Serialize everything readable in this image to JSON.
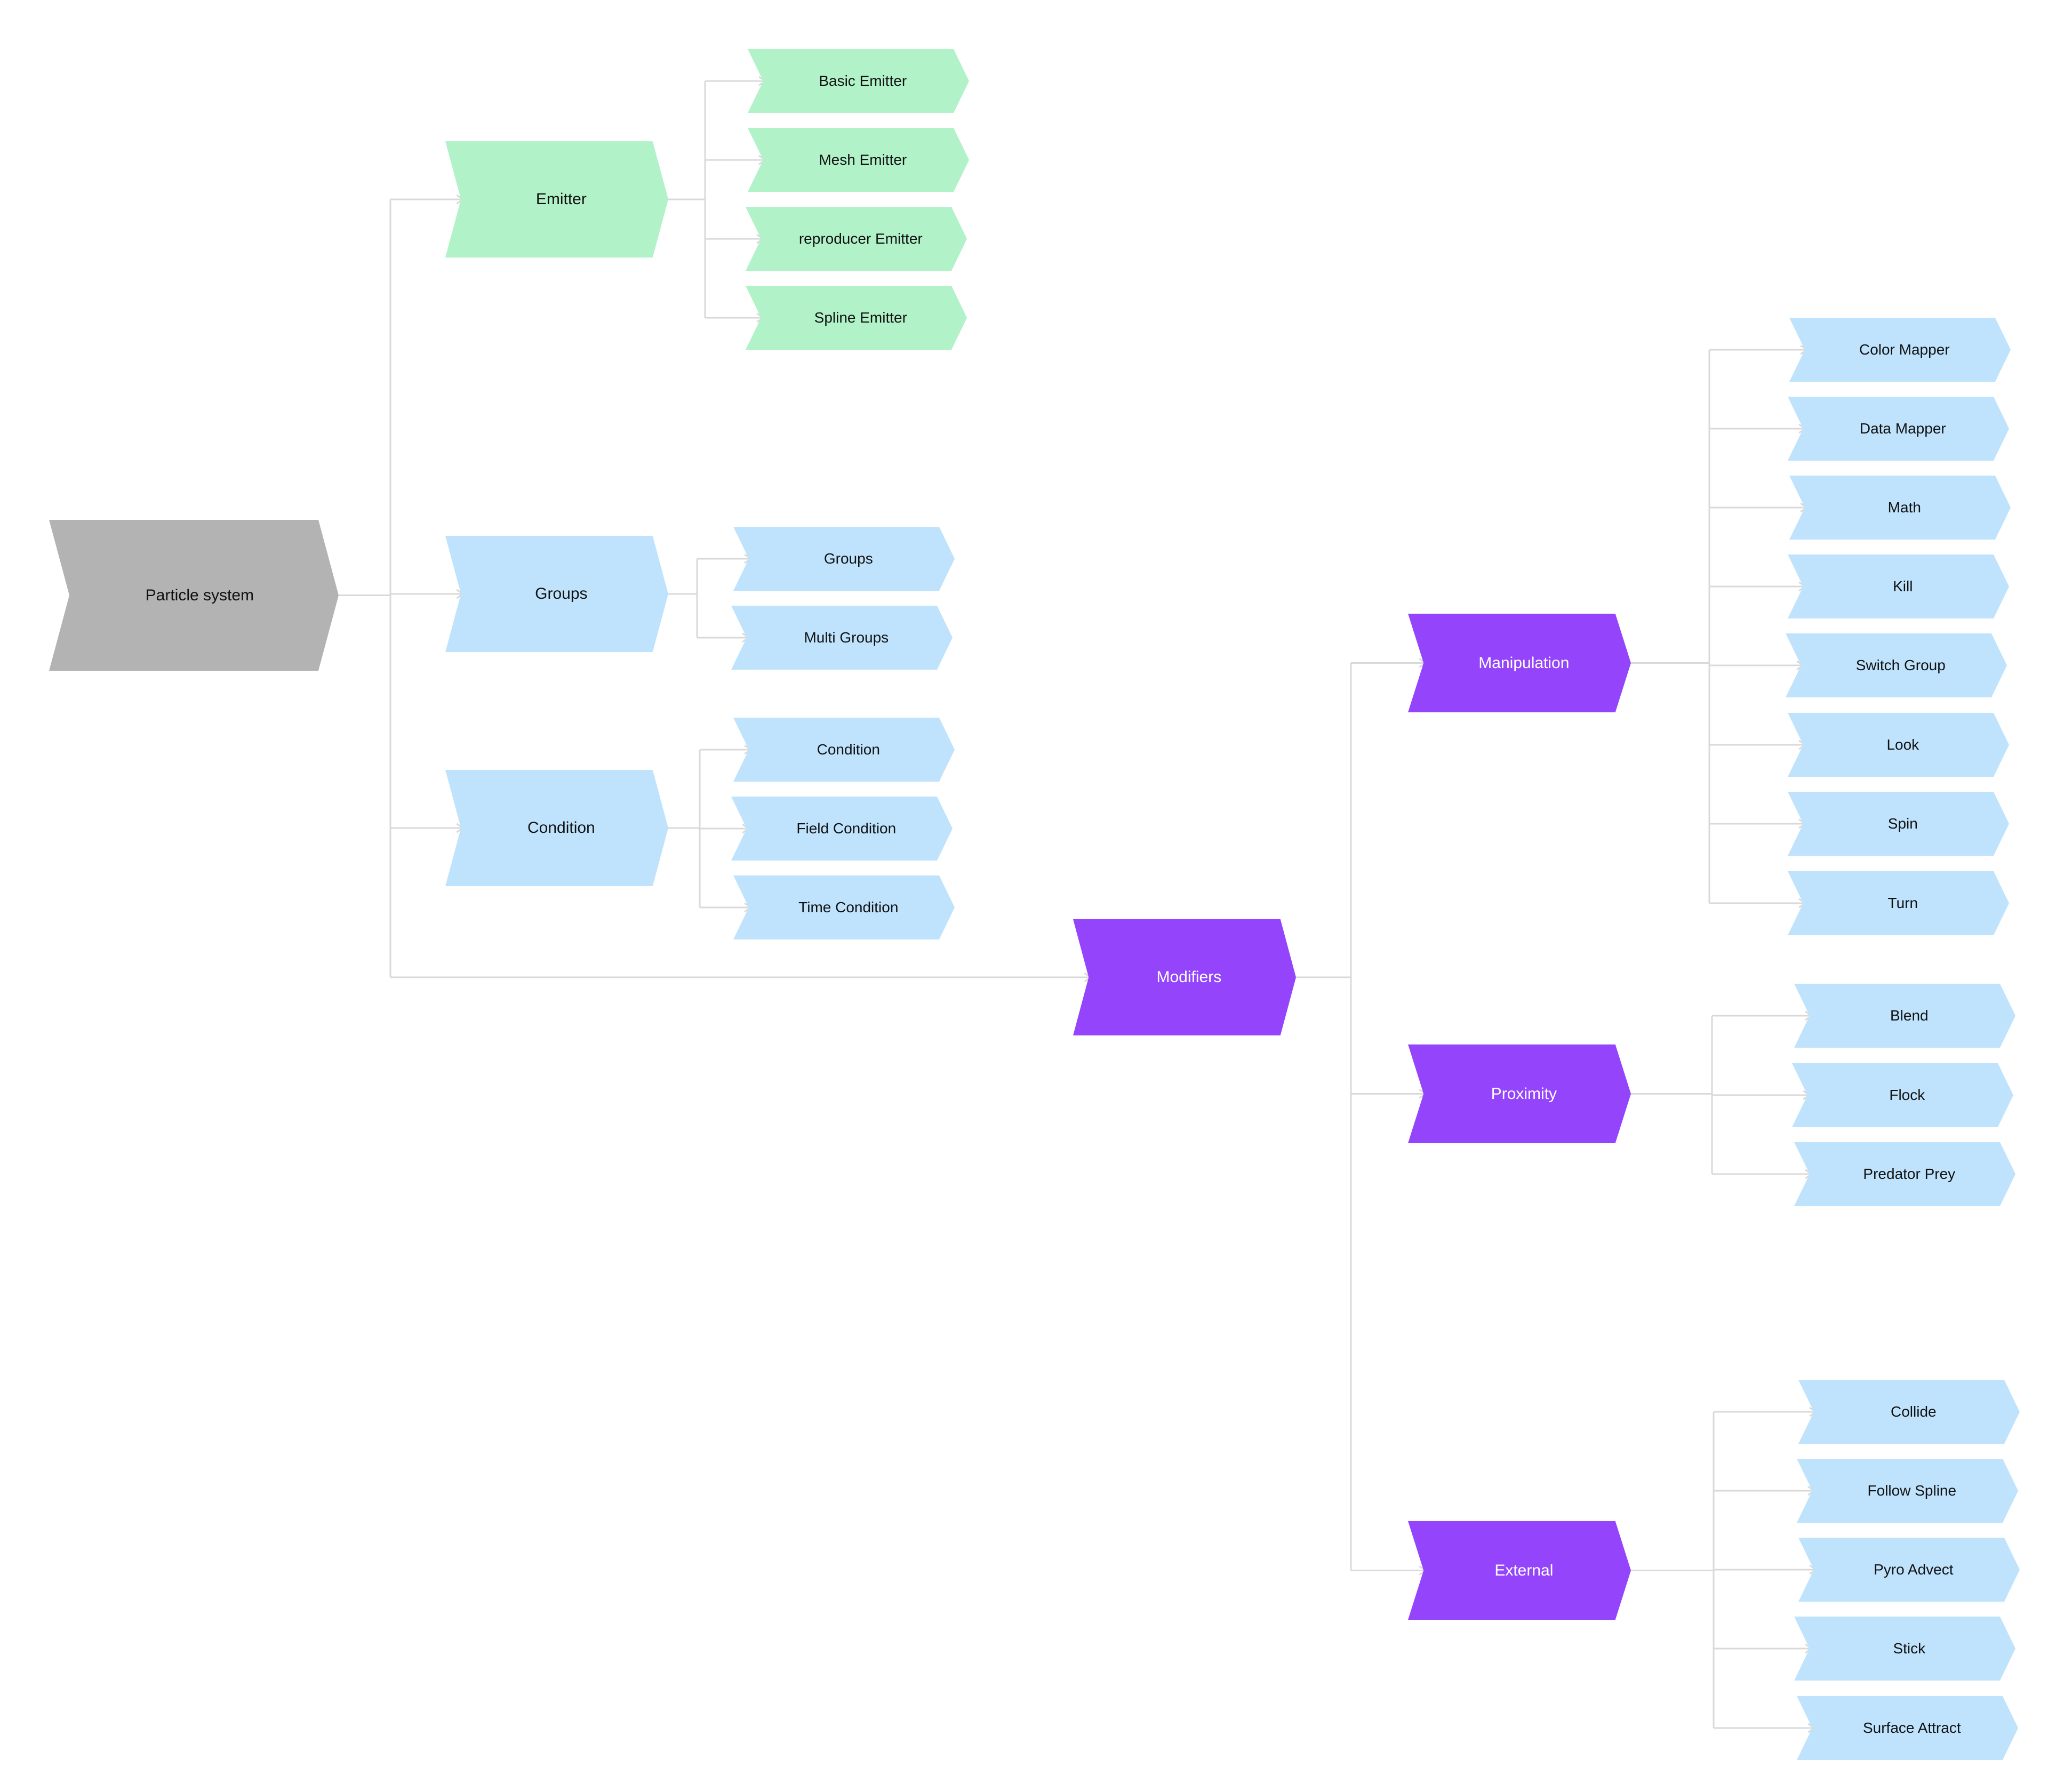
{
  "colors": {
    "root": "#b3b3b3",
    "green": "#b1f2c8",
    "blue": "#bfe3fc",
    "purple": "#9445fb",
    "connector": "#d9d9d9"
  },
  "root": {
    "label": "Particle system",
    "color": "root",
    "children": [
      {
        "label": "Emitter",
        "color": "green",
        "children": [
          {
            "label": "Basic Emitter",
            "color": "green"
          },
          {
            "label": "Mesh Emitter",
            "color": "green"
          },
          {
            "label": "reproducer Emitter",
            "color": "green"
          },
          {
            "label": "Spline Emitter",
            "color": "green"
          }
        ]
      },
      {
        "label": "Groups",
        "color": "blue",
        "children": [
          {
            "label": "Groups",
            "color": "blue"
          },
          {
            "label": "Multi Groups",
            "color": "blue"
          }
        ]
      },
      {
        "label": "Condition",
        "color": "blue",
        "children": [
          {
            "label": "Condition",
            "color": "blue"
          },
          {
            "label": "Field Condition",
            "color": "blue"
          },
          {
            "label": "Time Condition",
            "color": "blue"
          }
        ]
      },
      {
        "label": "Modifiers",
        "color": "purple",
        "children": [
          {
            "label": "Manipulation",
            "color": "purple",
            "children": [
              {
                "label": "Color Mapper",
                "color": "blue"
              },
              {
                "label": "Data Mapper",
                "color": "blue"
              },
              {
                "label": "Math",
                "color": "blue"
              },
              {
                "label": "Kill",
                "color": "blue"
              },
              {
                "label": "Switch Group",
                "color": "blue"
              },
              {
                "label": "Look",
                "color": "blue"
              },
              {
                "label": "Spin",
                "color": "blue"
              },
              {
                "label": "Turn",
                "color": "blue"
              }
            ]
          },
          {
            "label": "Proximity",
            "color": "purple",
            "children": [
              {
                "label": "Blend",
                "color": "blue"
              },
              {
                "label": "Flock",
                "color": "blue"
              },
              {
                "label": "Predator Prey",
                "color": "blue"
              }
            ]
          },
          {
            "label": "External",
            "color": "purple",
            "children": [
              {
                "label": "Collide",
                "color": "blue"
              },
              {
                "label": "Follow Spline",
                "color": "blue"
              },
              {
                "label": "Pyro Advect",
                "color": "blue"
              },
              {
                "label": "Stick",
                "color": "blue"
              },
              {
                "label": "Surface Attract",
                "color": "blue"
              }
            ]
          }
        ]
      }
    ]
  }
}
